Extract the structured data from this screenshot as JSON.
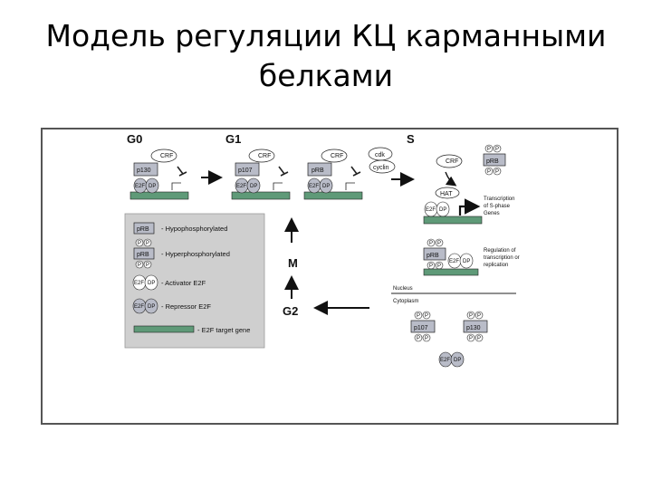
{
  "slide": {
    "title_line1": "Модель регуляции КЦ карманными",
    "title_line2": "белками"
  },
  "phases": {
    "g0": "G0",
    "g1": "G1",
    "s": "S",
    "m": "M",
    "g2": "G2"
  },
  "proteins": {
    "crf": "CRF",
    "p130": "p130",
    "p107": "p107",
    "prb": "pRB",
    "e2f": "E2F",
    "dp": "DP",
    "p": "P",
    "cdk": "cdk",
    "cyclin": "cyclin",
    "hat": "HAT"
  },
  "annotations": {
    "transcription": [
      "Transcription",
      "of S-phase",
      "Genes"
    ],
    "regulation": [
      "Regulation of",
      "transcription or",
      "replication"
    ],
    "nucleus": "Nucleus",
    "cytoplasm": "Cytoplasm"
  },
  "legend": {
    "hypo": "- Hypophosphorylated",
    "hyper": "- Hyperphosphorylated",
    "activator": "- Activator E2F",
    "repressor": "- Repressor E2F",
    "target": "- E2F target gene"
  },
  "colors": {
    "protein_fill": "#b9bcc8",
    "gene_bar": "#5f9a78",
    "legend_bg": "#cfcfcf",
    "frame": "#555555"
  }
}
